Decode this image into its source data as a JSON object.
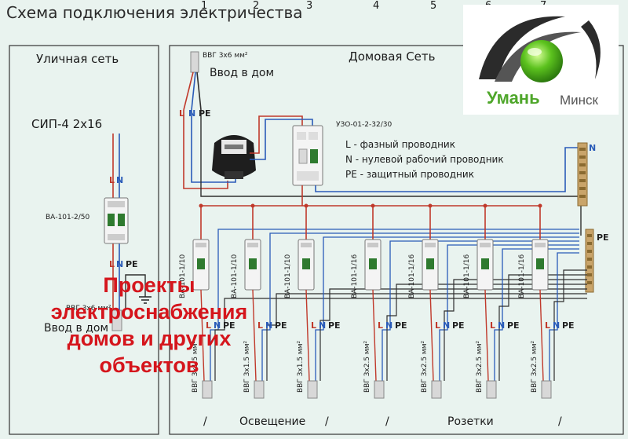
{
  "title": "Схема подключения электричества",
  "sections": {
    "street": "Уличная сеть",
    "house": "Домовая Сеть"
  },
  "incoming": {
    "cable": "СИП-4   2x16",
    "main_breaker": "ВА-101-2/50",
    "bottom_cable": "ВВГ 3x6 мм²",
    "bottom_label": "Ввод в дом"
  },
  "house_input": {
    "cable": "ВВГ 3x6 мм²",
    "label": "Ввод в дом"
  },
  "rcd": "УЗО-01-2-32/30",
  "legend": [
    "L - фазный проводник",
    "N - нулевой рабочий проводник",
    "PE - защитный проводник"
  ],
  "wire_letters": {
    "L": "L",
    "N": "N",
    "PE": "PE"
  },
  "branches": [
    {
      "breaker": "ВА-101-1/10",
      "cable": "ВВГ 3x1.5 мм²",
      "number": "1"
    },
    {
      "breaker": "ВА-101-1/10",
      "cable": "ВВГ 3x1.5 мм²",
      "number": "2"
    },
    {
      "breaker": "ВА-101-1/10",
      "cable": "ВВГ 3x1.5 мм²",
      "number": "3"
    },
    {
      "breaker": "ВА-101-1/16",
      "cable": "ВВГ 3x2.5 мм²",
      "number": "4"
    },
    {
      "breaker": "ВА-101-1/16",
      "cable": "ВВГ 3x2.5 мм²",
      "number": "5"
    },
    {
      "breaker": "ВА-101-1/16",
      "cable": "ВВГ 3x2.5 мм²",
      "number": "6"
    },
    {
      "breaker": "ВА-101-1/16",
      "cable": "ВВГ 3x2.5 мм²",
      "number": "7"
    }
  ],
  "groups": {
    "lighting": "Освещение",
    "sockets": "Розетки"
  },
  "promo": [
    "Проекты",
    "электроснабжения",
    "домов и других",
    "объектов"
  ],
  "logo": {
    "name": "Умань",
    "city": "Минск"
  },
  "colors": {
    "phase": "#c0392b",
    "neutral": "#2a5bb8",
    "earth": "#2f2f2f",
    "promo": "#d5151c",
    "logo_green": "#4ea62a"
  }
}
